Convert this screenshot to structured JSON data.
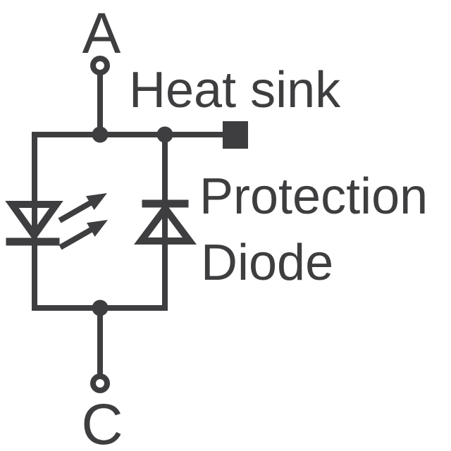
{
  "diagram": {
    "type": "circuit-schematic",
    "labels": {
      "anode": "A",
      "cathode": "C",
      "heat_sink": "Heat sink",
      "protection_line1": "Protection",
      "protection_line2": "Diode"
    },
    "icons": {
      "led_symbol": "diode-triangle-down-with-two-light-arrows",
      "protection_diode_symbol": "diode-triangle-up-antiparallel",
      "heat_sink_pad": "filled-square-pad",
      "terminal_a": "open-circle-terminal",
      "terminal_c": "open-circle-terminal",
      "junction": "filled-dot"
    }
  },
  "theme": {
    "ink": "#3E3E40",
    "background": "#FFFFFF"
  }
}
